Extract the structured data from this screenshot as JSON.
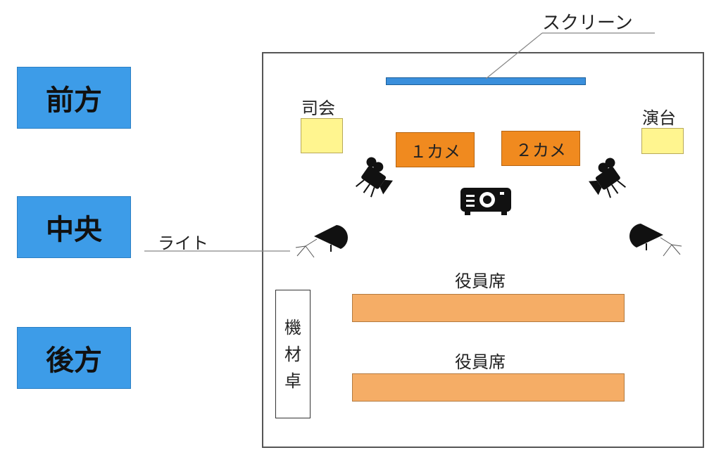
{
  "side_labels": {
    "front": "前方",
    "center": "中央",
    "back": "後方"
  },
  "labels": {
    "screen": "スクリーン",
    "mc": "司会",
    "podium": "演台",
    "camera1": "１カメ",
    "camera2": "２カメ",
    "light": "ライト",
    "executive_seats_1": "役員席",
    "executive_seats_2": "役員席",
    "equipment_table": [
      "機",
      "材",
      "卓"
    ]
  },
  "colors": {
    "side_label_blue": "#3d9ce8",
    "screen_blue": "#3a8fdc",
    "podium_yellow": "#fff58f",
    "camera_orange": "#f08a1f",
    "seat_orange": "#f5ad66"
  },
  "icons": [
    "video-camera-icon",
    "projector-icon",
    "spotlight-icon"
  ]
}
